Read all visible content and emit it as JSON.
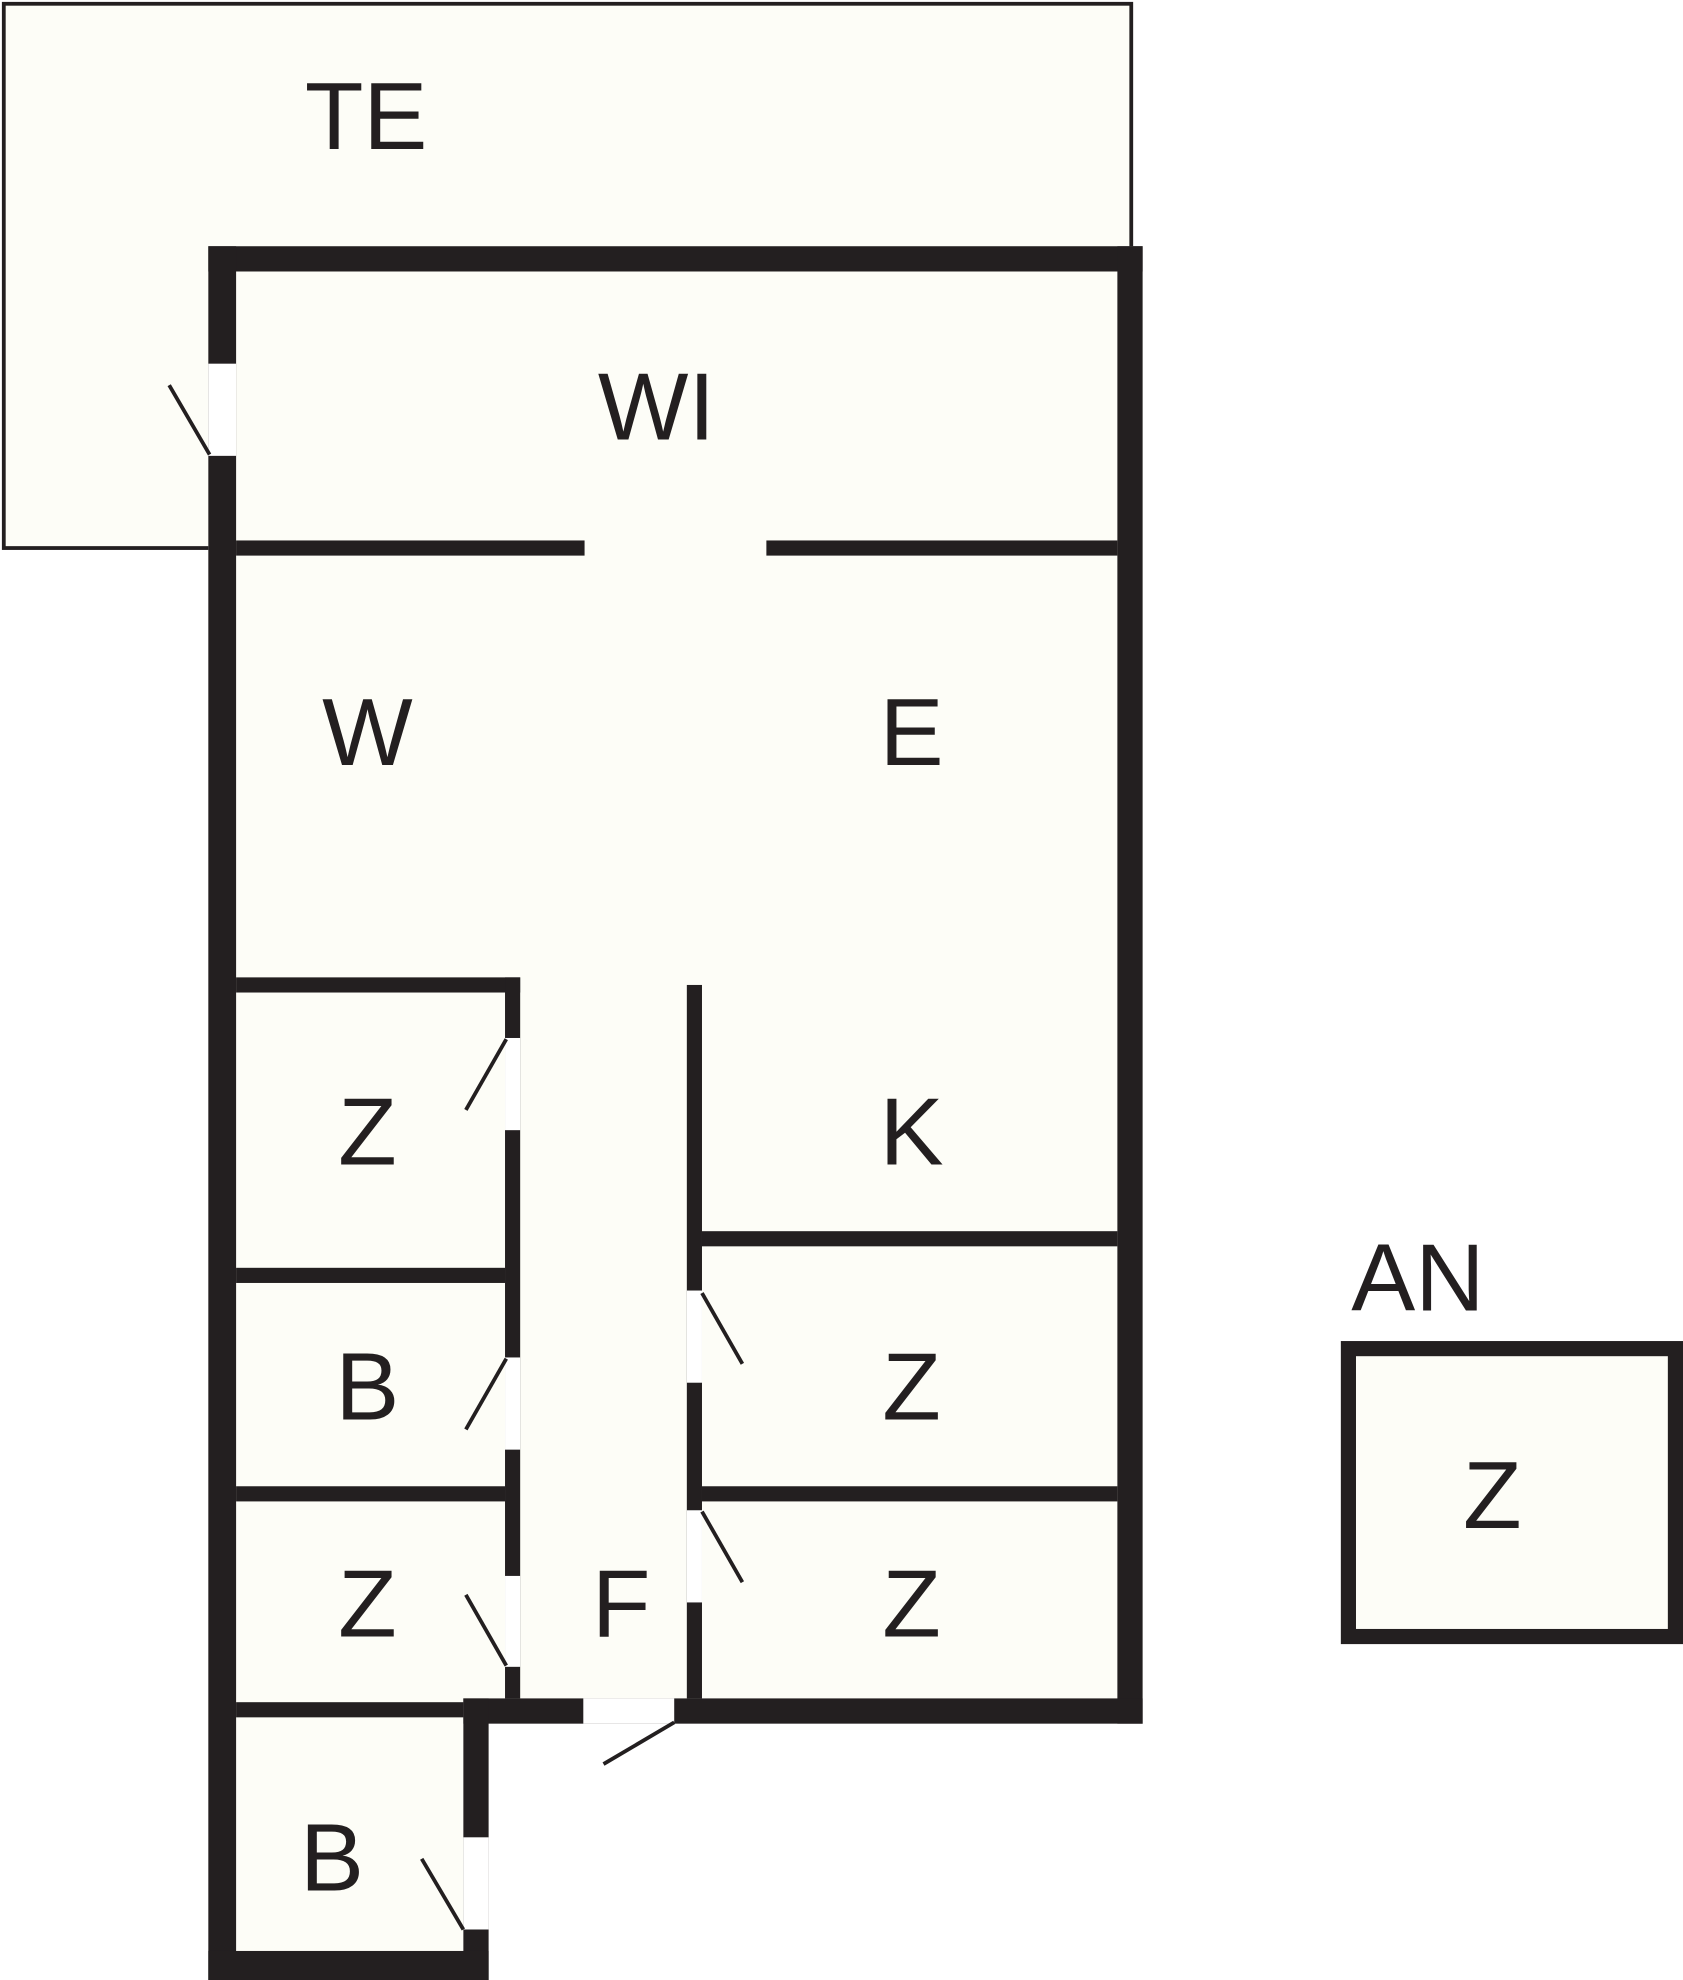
{
  "plan": {
    "rooms": [
      {
        "id": "terrace",
        "label": "TE"
      },
      {
        "id": "living-1",
        "label": "WI"
      },
      {
        "id": "living-2",
        "label": "W"
      },
      {
        "id": "dining",
        "label": "E"
      },
      {
        "id": "kitchen",
        "label": "K"
      },
      {
        "id": "bedroom-left-1",
        "label": "Z"
      },
      {
        "id": "bathroom-left-1",
        "label": "B"
      },
      {
        "id": "bedroom-left-2",
        "label": "Z"
      },
      {
        "id": "hallway",
        "label": "F"
      },
      {
        "id": "bedroom-right-1",
        "label": "Z"
      },
      {
        "id": "bedroom-right-2",
        "label": "Z"
      },
      {
        "id": "bathroom-left-2",
        "label": "B"
      },
      {
        "id": "annex-room",
        "label": "Z"
      }
    ],
    "annex_label": "AN"
  },
  "colors": {
    "wall": "#231f20",
    "floor": "#fdfdf7",
    "background": "#ffffff"
  }
}
